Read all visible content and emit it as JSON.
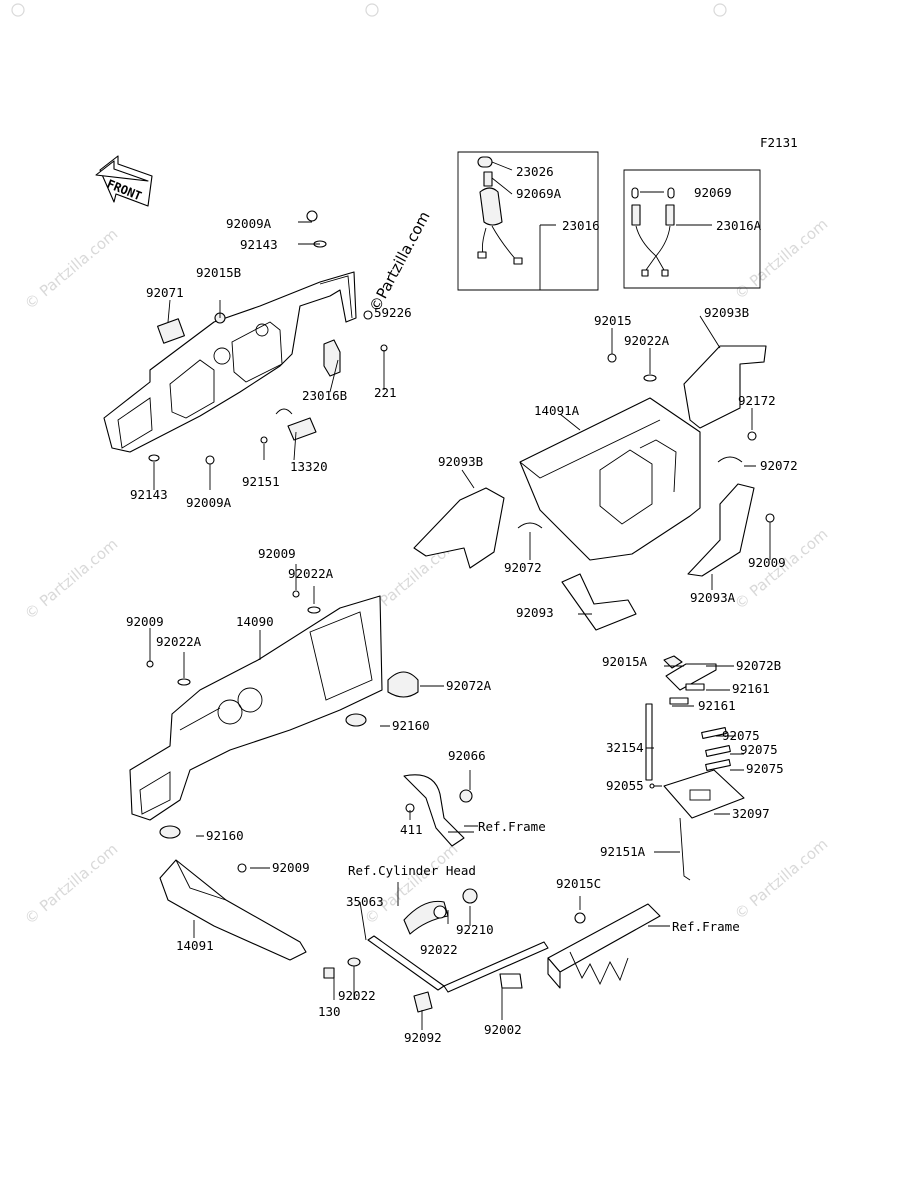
{
  "figure_id": "F2131",
  "front_label": "FRONT",
  "watermark": "© Partzilla.com",
  "watermark_center": "©Partzilla.com",
  "refs": {
    "frame": "Ref.Frame",
    "cylinder_head": "Ref.Cylinder Head"
  },
  "parts": {
    "p23026": "23026",
    "p92069A": "92069A",
    "p23016": "23016",
    "p92069": "92069",
    "p23016A": "23016A",
    "p59226": "59226",
    "p92009A_top": "92009A",
    "p92143_top": "92143",
    "p92015B": "92015B",
    "p92071": "92071",
    "p23016B": "23016B",
    "p221": "221",
    "p13320": "13320",
    "p92151": "92151",
    "p92143_bot": "92143",
    "p92009A_bot": "92009A",
    "p92015": "92015",
    "p92022A_r": "92022A",
    "p92093B_r": "92093B",
    "p14091A": "14091A",
    "p92172": "92172",
    "p92072_r": "92072",
    "p92093B_l": "92093B",
    "p92072_l": "92072",
    "p92009_r": "92009",
    "p92093A": "92093A",
    "p92093": "92093",
    "p92009_a": "92009",
    "p92022A_a": "92022A",
    "p92009_b": "92009",
    "p92022A_b": "92022A",
    "p14090": "14090",
    "p92072A": "92072A",
    "p92160_a": "92160",
    "p92160_b": "92160",
    "p92066": "92066",
    "p411": "411",
    "p92015A": "92015A",
    "p92072B": "92072B",
    "p92161_a": "92161",
    "p92161_b": "92161",
    "p32154": "32154",
    "p92075_a": "92075",
    "p92075_b": "92075",
    "p92075_c": "92075",
    "p92055": "92055",
    "p32097": "32097",
    "p92151A": "92151A",
    "p92009_c": "92009",
    "p14091": "14091",
    "p35063": "35063",
    "p92210": "92210",
    "p92022_a": "92022",
    "p92015C": "92015C",
    "p92022_b": "92022",
    "p130": "130",
    "p92092": "92092",
    "p92002": "92002"
  }
}
